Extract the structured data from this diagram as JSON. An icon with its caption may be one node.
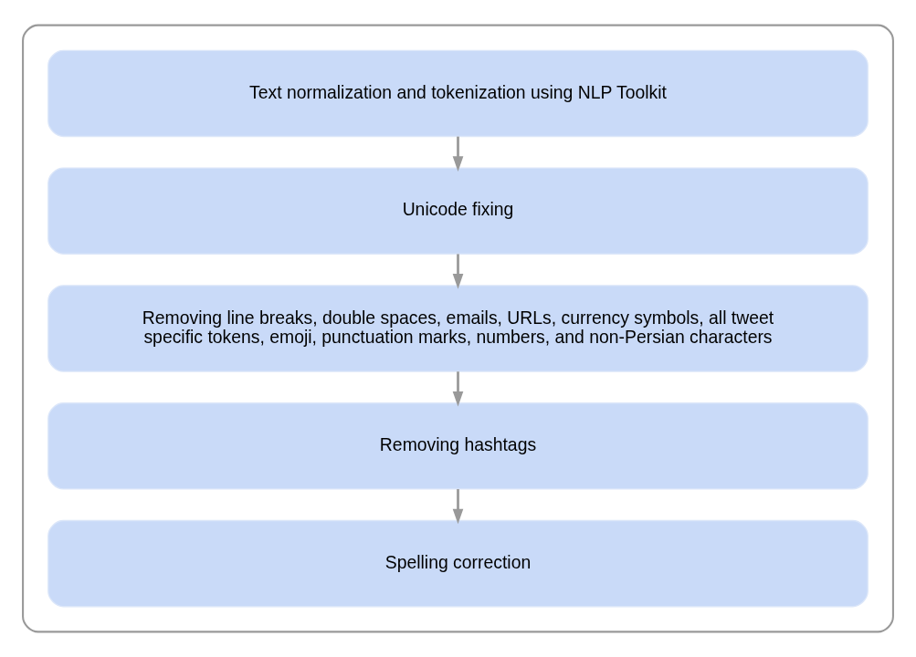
{
  "diagram": {
    "nodes": [
      {
        "text": [],
        "shape": "box"
      },
      {
        "text": [
          "Text normalization and tokenization using NLP Toolkit"
        ],
        "in": 0
      },
      {
        "text": [
          "Unicode fixing"
        ],
        "in": 0
      },
      {
        "text": [
          "Removing line breaks, double spaces, emails, URLs, currency symbols, all tweet specific tokens, emoji, punctuation marks, numbers, and non-Persian characters"
        ],
        "in": 0
      },
      {
        "text": [
          "Removing hashtags"
        ],
        "in": 0
      },
      {
        "text": [
          "Spelling correction"
        ],
        "in": 0
      }
    ],
    "edges": [
      {
        "from": 1,
        "to": 2,
        "arrow": "to"
      },
      {
        "from": 2,
        "to": 3,
        "arrow": "to"
      },
      {
        "from": 3,
        "to": 4,
        "arrow": "to"
      },
      {
        "from": 4,
        "to": 5,
        "arrow": "to"
      }
    ]
  }
}
